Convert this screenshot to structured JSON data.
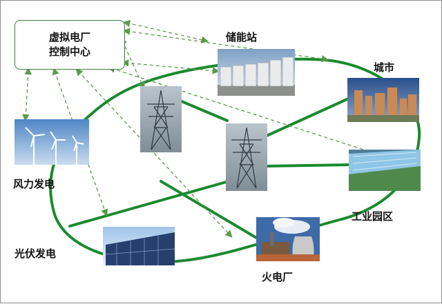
{
  "control_center": {
    "line1": "虚拟电厂",
    "line2": "控制中心"
  },
  "nodes": {
    "storage": "储能站",
    "city": "城市",
    "wind": "风力发电",
    "industrial": "工业园区",
    "solar": "光伏发电",
    "thermal": "火电厂"
  },
  "colors": {
    "grid_line": "#1a8a2e",
    "control_link": "#5a9a4a",
    "frame": "#3f7f3f"
  }
}
